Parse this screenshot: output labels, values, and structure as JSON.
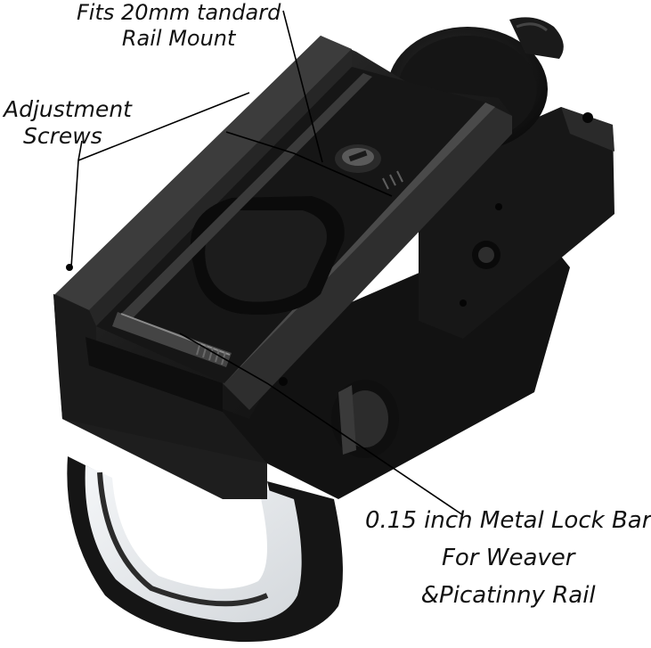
{
  "annotations": {
    "rail_mount": {
      "line1": "Fits 20mm tandard",
      "line2": "Rail Mount"
    },
    "adjustment_screws": {
      "line1": "Adjustment",
      "line2": "Screws"
    },
    "lock_bar": {
      "line1": "0.15 inch Metal Lock Bar",
      "line2": "For Weaver",
      "line3": "&Picatinny Rail"
    }
  },
  "colors": {
    "body": "#151515",
    "body_light": "#3a3a3a",
    "highlight": "#5a5a5a",
    "lens": "#e8eaec",
    "background": "#ffffff",
    "leader_line": "#000000"
  }
}
